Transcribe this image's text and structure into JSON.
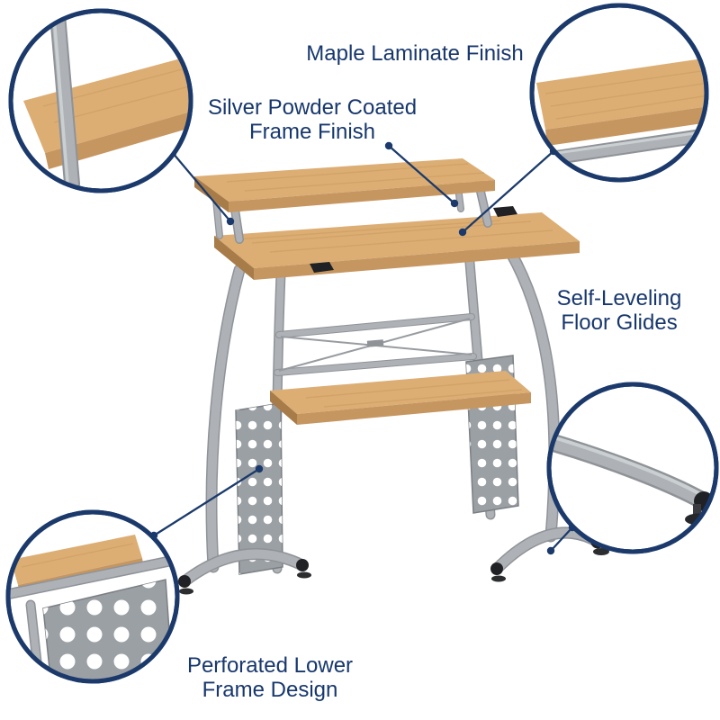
{
  "figure": {
    "type": "annotated-product-diagram",
    "subject": "computer desk with raised shelf",
    "background_color": "#ffffff",
    "accent_color": "#1b3a6b",
    "wood_color": "#dcae74",
    "frame_color": "#aeb2b6"
  },
  "labels": {
    "maple": {
      "text": "Maple Laminate Finish"
    },
    "silver": {
      "line1": "Silver Powder Coated",
      "line2": "Frame Finish"
    },
    "glides": {
      "line1": "Self-Leveling",
      "line2": "Floor Glides"
    },
    "perforated": {
      "line1": "Perforated Lower",
      "line2": "Frame Design"
    }
  },
  "callouts": {
    "top_left": {
      "name": "top-shelf-corner-detail"
    },
    "top_right": {
      "name": "maple-laminate-detail"
    },
    "bottom_right": {
      "name": "floor-glide-detail"
    },
    "bottom_left": {
      "name": "perforated-panel-detail"
    }
  }
}
